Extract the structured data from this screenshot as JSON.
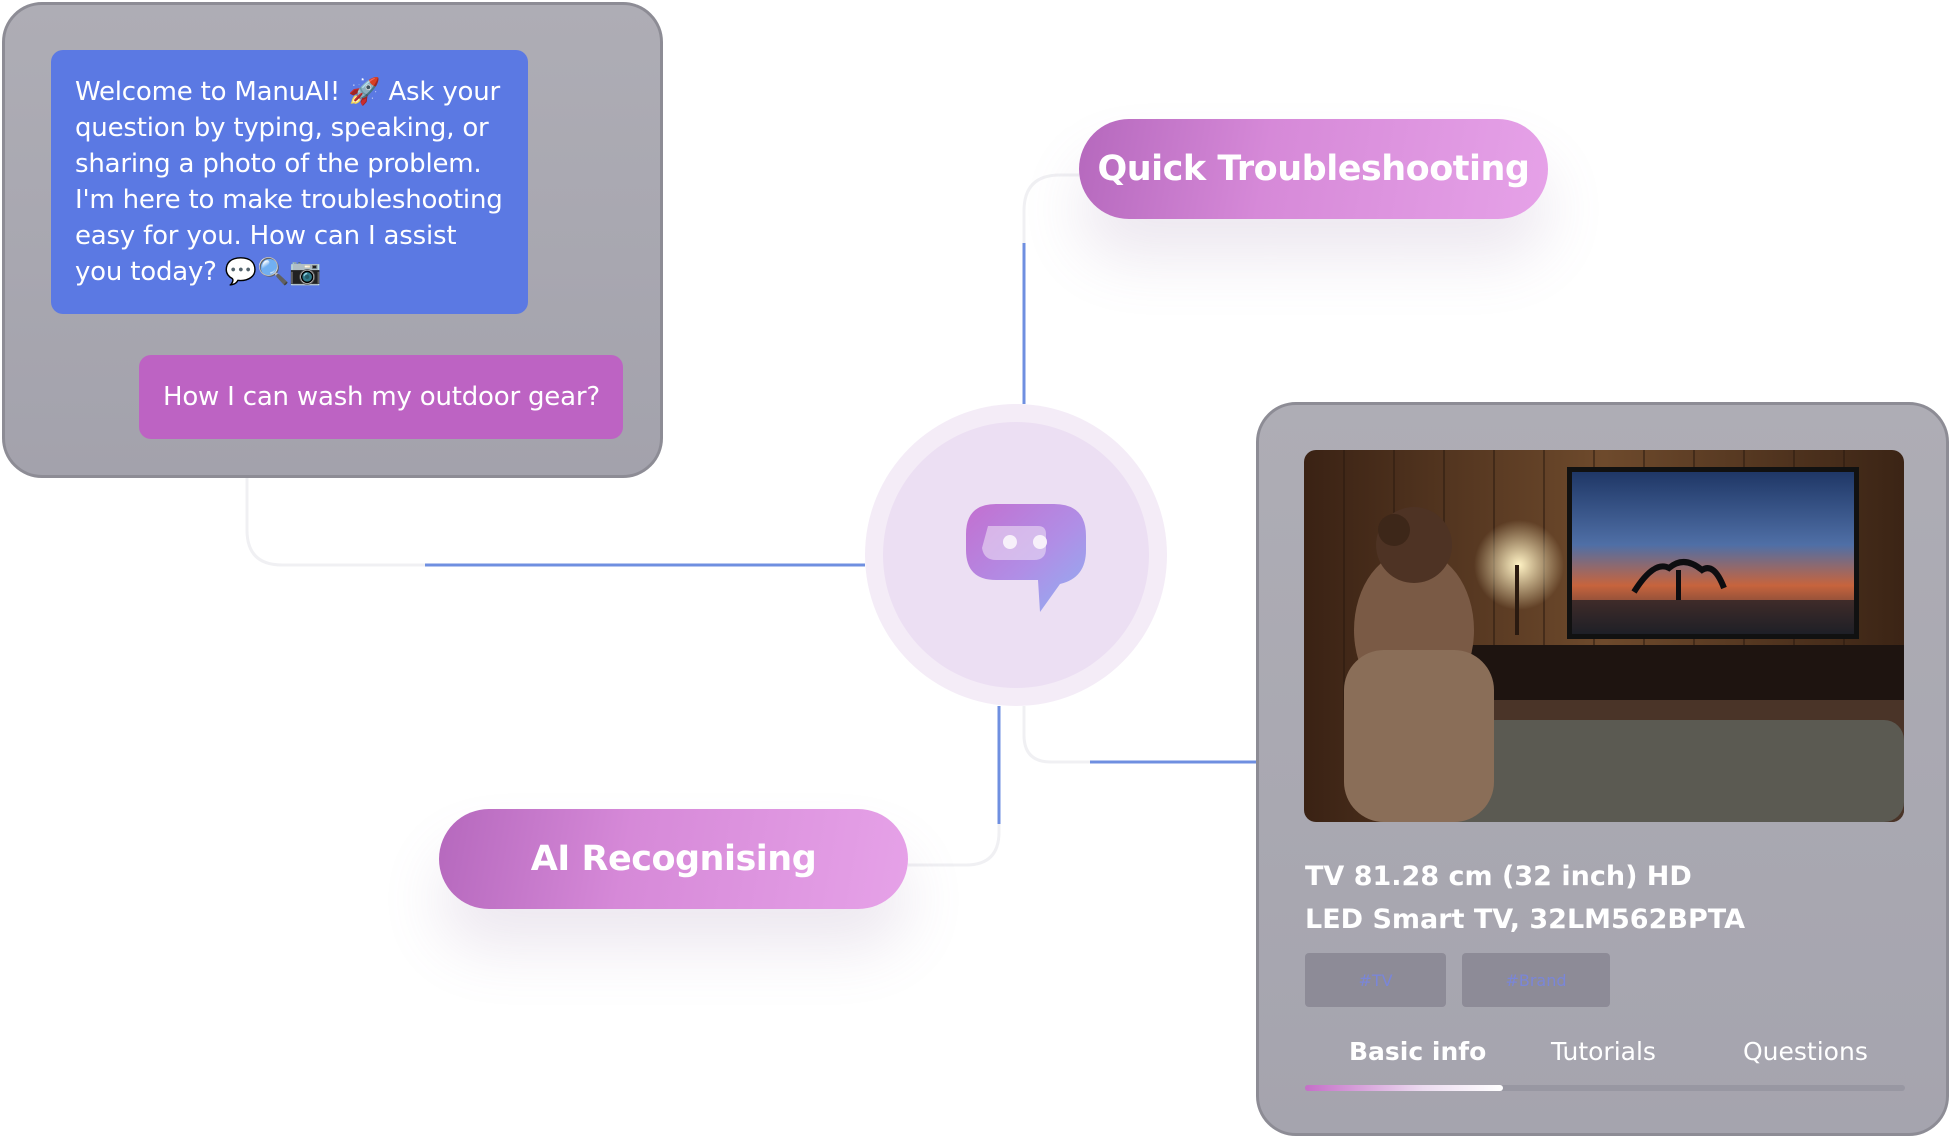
{
  "chat": {
    "bot_message": "Welcome to ManuAI! 🚀 Ask your question by typing, speaking, or sharing a photo of the problem. I'm here to make troubleshooting easy for you. How can I assist you today? 💬🔍📷",
    "user_message": "How I can wash my outdoor gear?"
  },
  "features": {
    "quick_label": "Quick Troubleshooting",
    "ai_label": "AI Recognising"
  },
  "product": {
    "title_line1": "TV 81.28 cm (32 inch) HD",
    "title_line2": "LED Smart TV, 32LM562BPTA",
    "tags": [
      "#TV",
      "#Brand"
    ],
    "tabs": [
      "Basic info",
      "Tutorials",
      "Questions"
    ],
    "active_tab": "Basic info",
    "tab_progress": 0.33
  },
  "colors": {
    "bot_bubble": "#5b79e3",
    "user_bubble": "#bd63c3",
    "connector_accent": "#6f8fe0",
    "pill_gradient_start": "#b568bd",
    "pill_gradient_end": "#e6a2e8"
  },
  "icons": {
    "logo": "chat-bubble-logo-icon",
    "product_image": "living-room-tv-image"
  }
}
